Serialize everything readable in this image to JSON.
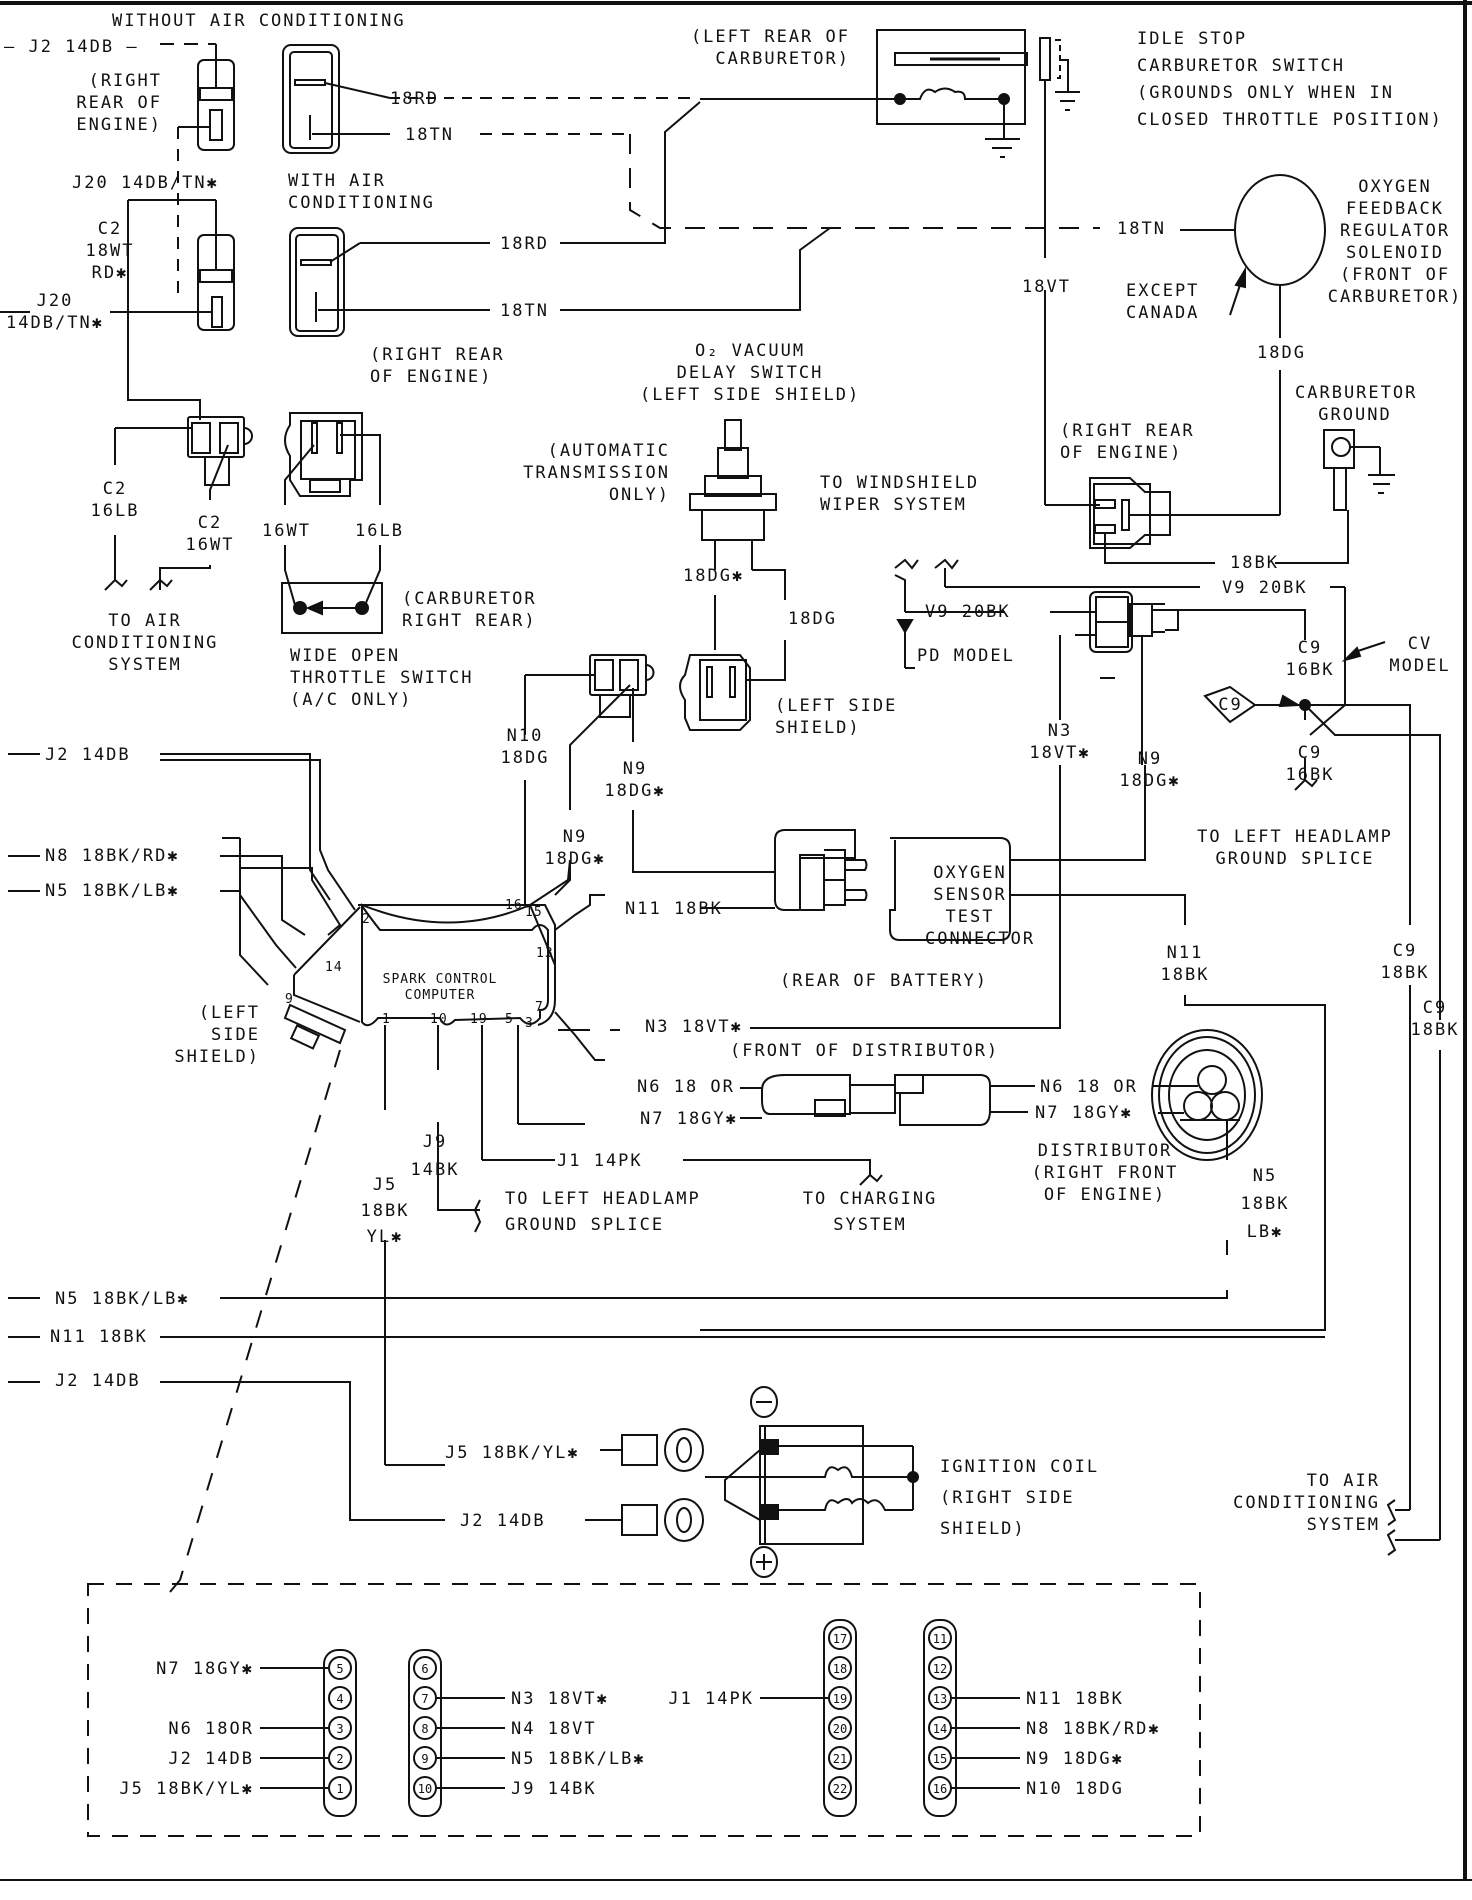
{
  "title": "Spark Control Computer / Oxygen Feedback Wiring Diagram",
  "components": {
    "without_ac": "WITHOUT AIR CONDITIONING",
    "with_ac": "WITH AIR\nCONDITIONING",
    "right_rear_engine_1": "(RIGHT\nREAR OF\nENGINE)",
    "left_rear_carb": "(LEFT REAR OF\nCARBURETOR)",
    "idle_stop": "IDLE STOP\nCARBURETOR SWITCH\n(GROUNDS ONLY WHEN IN\nCLOSED THROTTLE POSITION)",
    "oxygen_feedback": "OXYGEN\nFEEDBACK\nREGULATOR\nSOLENOID\n(FRONT OF\nCARBURETOR)",
    "except_canada": "EXCEPT\nCANADA",
    "right_rear_engine_2": "(RIGHT REAR\nOF ENGINE)",
    "o2_vacuum": "O₂ VACUUM\nDELAY SWITCH\n(LEFT SIDE SHIELD)",
    "auto_trans": "(AUTOMATIC\nTRANSMISSION\nONLY)",
    "carb_ground": "CARBURETOR\nGROUND",
    "right_rear_engine_3": "(RIGHT REAR\nOF ENGINE)",
    "to_windshield": "TO WINDSHIELD\nWIPER SYSTEM",
    "to_ac_1": "TO AIR\nCONDITIONING\nSYSTEM",
    "carb_right_rear": "(CARBURETOR\nRIGHT REAR)",
    "wot_switch": "WIDE OPEN\nTHROTTLE SWITCH\n(A/C ONLY)",
    "left_side_shield_1": "(LEFT SIDE\nSHIELD)",
    "pd_model": "PD MODEL",
    "cv_model": "CV\nMODEL",
    "c9_diamond": "C9",
    "to_left_headlamp_1": "TO LEFT HEADLAMP\nGROUND SPLICE",
    "o2_test_conn": "OXYGEN\nSENSOR\nTEST\nCONNECTOR",
    "rear_battery": "(REAR OF BATTERY)",
    "spark_computer": "SPARK CONTROL\nCOMPUTER",
    "left_side_shield_2": "(LEFT\nSIDE\nSHIELD)",
    "front_distributor": "(FRONT OF DISTRIBUTOR)",
    "distributor": "DISTRIBUTOR\n(RIGHT FRONT\nOF ENGINE)",
    "to_left_headlamp_2": "TO LEFT HEADLAMP\nGROUND SPLICE",
    "to_charging": "TO CHARGING\nSYSTEM",
    "ignition_coil": "IGNITION COIL\n(RIGHT SIDE\nSHIELD)",
    "to_ac_2": "TO AIR\nCONDITIONING\nSYSTEM"
  },
  "wires": {
    "j2_top": "— J2 14DB —",
    "j20_a": "J20 14DB/TN✱",
    "c2_18wt": "C2\n18WT\nRD✱",
    "j20_b": "J20\n14DB/TN✱",
    "w18rd_1": "18RD",
    "w18tn_1": "18TN",
    "w18rd_2": "18RD",
    "w18tn_2": "18TN",
    "w18tn_3": "18TN",
    "w18vt": "18VT",
    "w18dg_top": "18DG",
    "c2_16lb": "C2\n16LB",
    "c2_16wt": "C2\n16WT",
    "w16wt": "16WT",
    "w16lb": "16LB",
    "w18dg_star": "18DG✱",
    "w18dg_b": "18DG",
    "w18bk": "18BK",
    "v9_a": "V9 20BK",
    "v9_b": "V9 20BK",
    "c9_16bk_a": "C9\n16BK",
    "c9_16bk_b": "C9\n16BK",
    "n3_18vt": "N3\n18VT✱",
    "n9_18dg_r": "N9\n18DG✱",
    "n10_18dg": "N10\n18DG",
    "n9_18dg_a": "N9\n18DG✱",
    "n9_18dg_b": "N9\n18DG✱",
    "j2_left": "J2 14DB",
    "n8_left": "N8 18BK/RD✱",
    "n5_left": "N5 18BK/LB✱",
    "n11_18bk_h": "N11 18BK",
    "n11_18bk_v": "N11\n18BK",
    "c9_18bk_a": "C9\n18BK",
    "c9_18bk_b": "C9\n18BK",
    "n3_18vt_h": "N3 18VT✱",
    "n6_a": "N6 18 OR",
    "n7_a": "N7 18GY✱",
    "n6_b": "N6 18 OR",
    "n7_b": "N7 18GY✱",
    "j9_14bk": "J9\n14BK",
    "j5_18bk": "J5\n18BK\nYL✱",
    "j1_14pk": "J1 14PK",
    "n5_18bk_lb": "N5\n18BK\nLB✱",
    "n5_bottom": "N5 18BK/LB✱",
    "n11_bottom": "N11 18BK",
    "j2_bottom": "J2 14DB",
    "j5_coil": "J5 18BK/YL✱",
    "j2_coil": "J2 14DB"
  },
  "computer_pins": [
    "2",
    "14",
    "9",
    "16",
    "15",
    "13",
    "7",
    "3",
    "1",
    "10",
    "19",
    "5"
  ],
  "coil_terminals": {
    "neg": "−",
    "pos": "+"
  },
  "connector_detail": {
    "block_a": {
      "pins": [
        "5",
        "4",
        "3",
        "2",
        "1"
      ],
      "labels": [
        "N7 18GY✱",
        "",
        "N6 18OR",
        "J2 14DB",
        "J5 18BK/YL✱"
      ]
    },
    "block_b": {
      "pins": [
        "6",
        "7",
        "8",
        "9",
        "10"
      ],
      "labels": [
        "",
        "N3 18VT✱",
        "N4 18VT",
        "N5 18BK/LB✱",
        "J9 14BK"
      ]
    },
    "block_c": {
      "pins": [
        "17",
        "18",
        "19",
        "20",
        "21",
        "22"
      ],
      "labels": [
        "",
        "",
        "J1 14PK",
        "",
        "",
        ""
      ]
    },
    "block_d": {
      "pins": [
        "11",
        "12",
        "13",
        "14",
        "15",
        "16"
      ],
      "labels": [
        "",
        "",
        "N11 18BK",
        "N8 18BK/RD✱",
        "N9 18DG✱",
        "N10 18DG"
      ]
    }
  }
}
